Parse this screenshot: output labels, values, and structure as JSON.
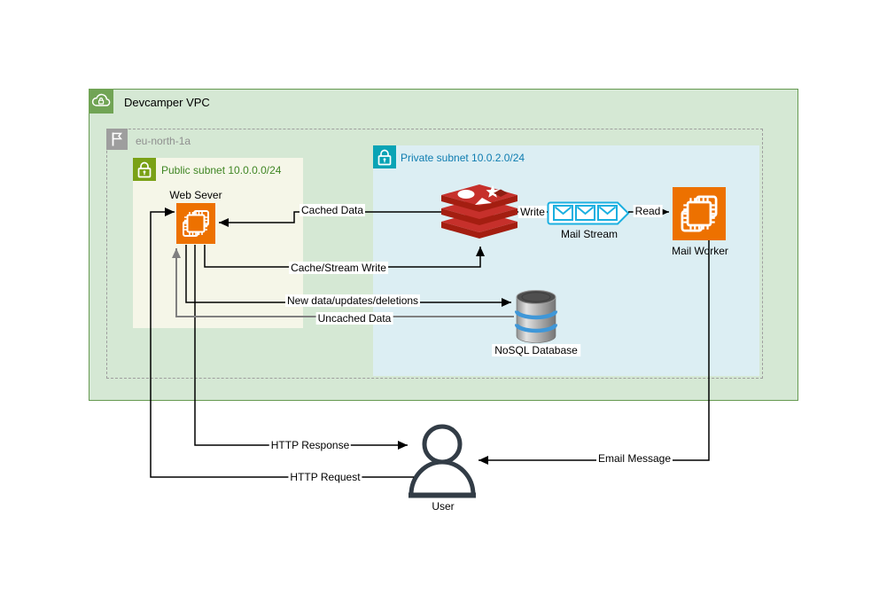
{
  "groups": {
    "vpc": {
      "label": "Devcamper VPC",
      "fill": "#d5e8d4",
      "border": "#669a51",
      "badge_color": "#71a455"
    },
    "az": {
      "label": "eu-north-1a",
      "border_style": "dashed",
      "badge_color": "#9e9e9e",
      "text_color": "#8f8f8f"
    },
    "public_subnet": {
      "label": "Public subnet 10.0.0.0/24",
      "fill": "#f5f6e8",
      "badge_color": "#7aa116",
      "text_color": "#3f8624"
    },
    "private_subnet": {
      "label": "Private subnet 10.0.2.0/24",
      "fill": "#dceef3",
      "badge_color": "#0aa3b5",
      "text_color": "#0e7cb0"
    }
  },
  "nodes": {
    "web_server": {
      "label": "Web Sever",
      "icon": "ec2-instance-icon",
      "color": "#ed7100"
    },
    "redis": {
      "icon": "redis-cache-icon",
      "color": "#c6302b"
    },
    "mail_stream": {
      "label": "Mail Stream",
      "icon": "message-stream-icon",
      "color": "#1aafe0"
    },
    "mail_worker": {
      "label": "Mail Worker",
      "icon": "ec2-instance-icon",
      "color": "#ed7100"
    },
    "nosql_database": {
      "label": "NoSQL Database",
      "icon": "database-cylinder-icon",
      "color": "#9a9a9a"
    },
    "user": {
      "label": "User",
      "icon": "person-icon",
      "color": "#323c46"
    }
  },
  "edges": {
    "cached_data": {
      "label": "Cached Data",
      "from": "redis",
      "to": "web_server"
    },
    "write": {
      "label": "Write",
      "from": "redis",
      "to": "mail_stream"
    },
    "read": {
      "label": "Read",
      "from": "mail_stream",
      "to": "mail_worker"
    },
    "cache_stream_write": {
      "label": "Cache/Stream Write",
      "from": "web_server",
      "to": "redis"
    },
    "new_data": {
      "label": "New data/updates/deletions",
      "from": "web_server",
      "to": "nosql_database"
    },
    "uncached_data": {
      "label": "Uncached Data",
      "from": "nosql_database",
      "to": "web_server",
      "color": "#808080"
    },
    "http_response": {
      "label": "HTTP Response",
      "from": "web_server",
      "to": "user"
    },
    "http_request": {
      "label": "HTTP Request",
      "from": "user",
      "to": "web_server"
    },
    "email_message": {
      "label": "Email Message",
      "from": "mail_worker",
      "to": "user"
    }
  }
}
